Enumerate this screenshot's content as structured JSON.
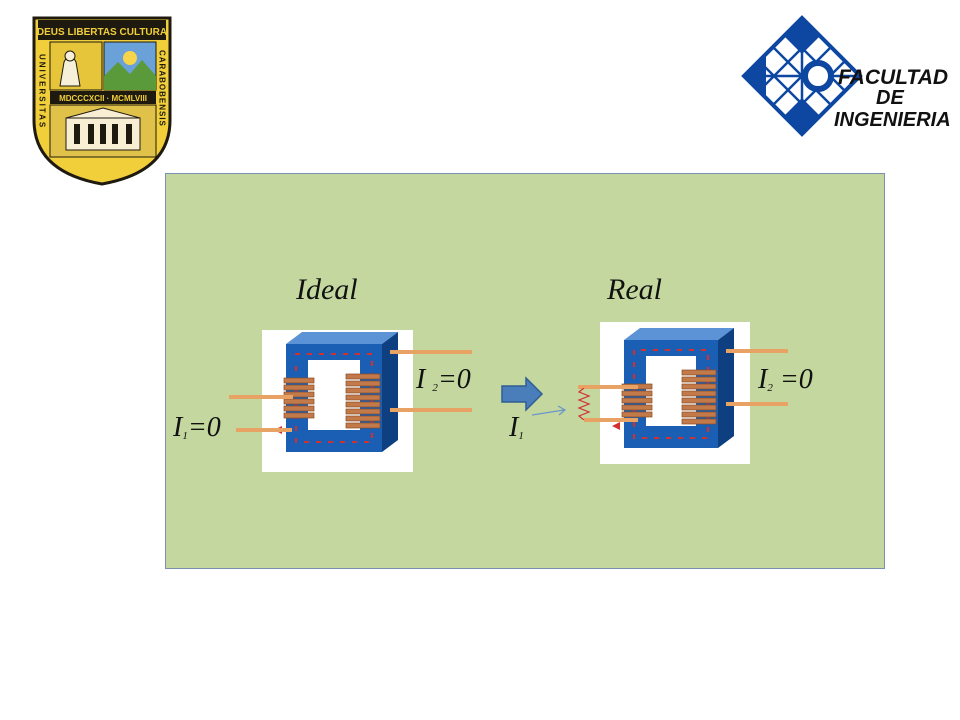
{
  "seal": {
    "motto": "DEUS LIBERTAS CULTURA",
    "years": "MDCCCXCII · MCMLVIII",
    "left_text": "UNIVERSITAS",
    "right_text": "CARABOBENSIS"
  },
  "faculty_logo": {
    "line1": "FACULTAD",
    "line2": "DE",
    "line3": "INGENIERIA"
  },
  "diagram": {
    "ideal_title": "Ideal",
    "real_title": "Real",
    "ideal_i1": {
      "symbol": "I",
      "sub": "1",
      "rest": "=0"
    },
    "ideal_i2": {
      "symbol": "I",
      "sub": "2",
      "rest": "=0"
    },
    "real_i1": {
      "symbol": "I",
      "sub": "1",
      "rest": ""
    },
    "real_i2": {
      "symbol": "I",
      "sub": "2",
      "rest": " =0"
    }
  },
  "colors": {
    "panel": "#c4d79e",
    "core": "#1565c0",
    "lead": "#e8a263",
    "arrow": "#4a7ebb"
  }
}
